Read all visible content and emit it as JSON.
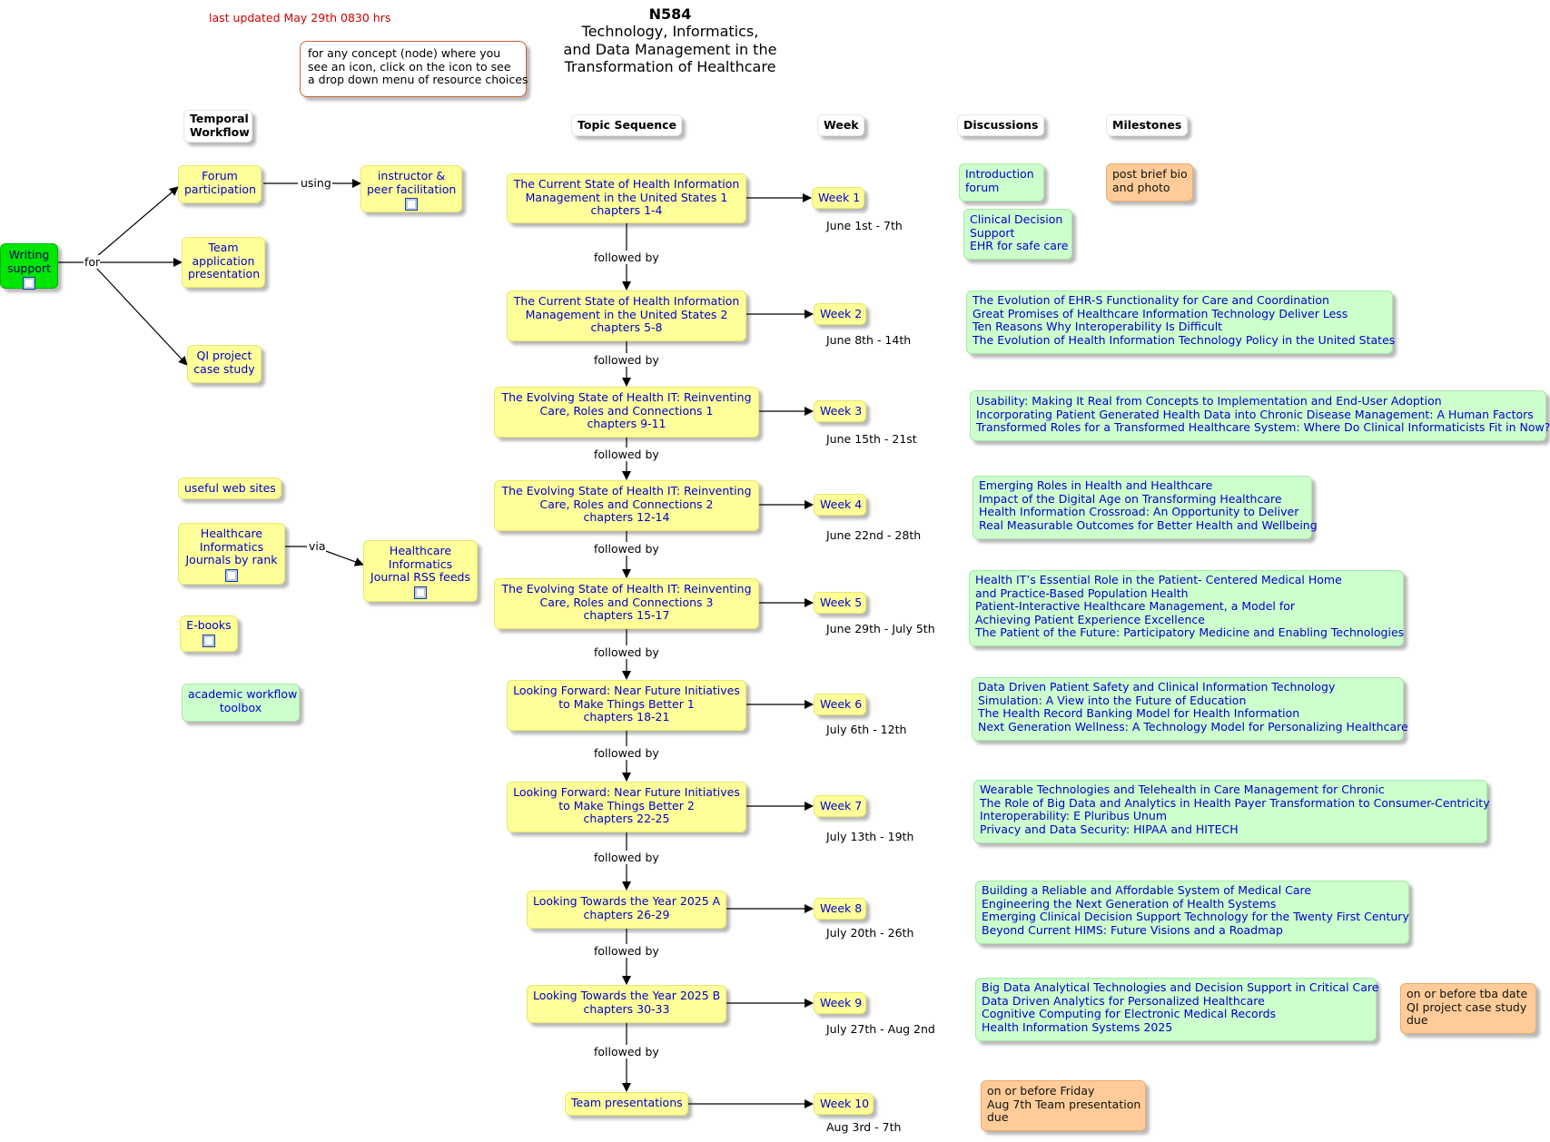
{
  "header": {
    "updated": "last updated May 29th 0830 hrs",
    "course_code": "N584",
    "title_lines": [
      "Technology, Informatics,",
      "and Data Management in the",
      "Transformation of Healthcare"
    ],
    "instructions": [
      "for any concept (node) where you",
      "see an icon, click on the icon to see",
      "a drop down menu of resource choices"
    ]
  },
  "columns": {
    "temporal": [
      "Temporal",
      "Workflow"
    ],
    "topic": "Topic Sequence",
    "week": "Week",
    "discussions": "Discussions",
    "milestones": "Milestones"
  },
  "left": {
    "writing_support": [
      "Writing",
      "support"
    ],
    "for_label": "for",
    "forum": [
      "Forum",
      "participation"
    ],
    "using_label": "using",
    "instructor": [
      "instructor &",
      "peer facilitation"
    ],
    "team_app": [
      "Team",
      "application",
      "presentation"
    ],
    "qi": [
      "QI project",
      "case study"
    ],
    "useful_sites": "useful web sites",
    "hi_journals": [
      "Healthcare",
      "Informatics",
      "Journals by rank"
    ],
    "via_label": "via",
    "rss": [
      "Healthcare",
      "Informatics",
      "Journal RSS feeds"
    ],
    "ebooks": "E-books",
    "toolbox": [
      "academic workflow",
      "toolbox"
    ]
  },
  "connector_label": "followed by",
  "topics": [
    [
      "The Current State of Health Information",
      "Management in the United States 1",
      "chapters 1-4"
    ],
    [
      "The Current State of Health Information",
      "Management in the United States  2",
      "chapters 5-8"
    ],
    [
      "The Evolving State of Health IT: Reinventing",
      "Care, Roles and Connections 1",
      "chapters 9-11"
    ],
    [
      "The Evolving State of Health IT: Reinventing",
      "Care, Roles and Connections 2",
      "chapters 12-14"
    ],
    [
      "The Evolving State of Health IT: Reinventing",
      "Care, Roles and Connections 3",
      "chapters 15-17"
    ],
    [
      "Looking Forward: Near Future Initiatives",
      "to Make Things Better 1",
      "chapters 18-21"
    ],
    [
      "Looking Forward: Near Future Initiatives",
      "to Make Things Better 2",
      "chapters 22-25"
    ],
    [
      "Looking Towards the Year 2025 A",
      "chapters 26-29"
    ],
    [
      "Looking Towards the Year 2025 B",
      "chapters 30-33"
    ],
    [
      "Team presentations"
    ]
  ],
  "weeks": [
    {
      "label": "Week 1",
      "dates": "June 1st - 7th"
    },
    {
      "label": "Week 2",
      "dates": "June 8th - 14th"
    },
    {
      "label": "Week 3",
      "dates": "June 15th - 21st"
    },
    {
      "label": "Week 4",
      "dates": "June 22nd - 28th"
    },
    {
      "label": "Week 5",
      "dates": "June 29th - July 5th"
    },
    {
      "label": "Week 6",
      "dates": "July 6th - 12th"
    },
    {
      "label": "Week 7",
      "dates": "July 13th - 19th"
    },
    {
      "label": "Week 8",
      "dates": "July 20th - 26th"
    },
    {
      "label": "Week 9",
      "dates": "July 27th - Aug 2nd"
    },
    {
      "label": "Week 10",
      "dates": "Aug 3rd - 7th"
    }
  ],
  "discussions": [
    [
      "Introduction",
      "forum"
    ],
    [
      "Clinical Decision",
      "Support",
      "EHR for safe care"
    ],
    [
      "The Evolution of EHR-S Functionality for Care and Coordination",
      "Great Promises of Healthcare Information Technology Deliver Less",
      "Ten Reasons Why Interoperability Is Difficult",
      "The Evolution of Health Information Technology Policy in the United States"
    ],
    [
      "Usability: Making It Real from Concepts to Implementation and End-User Adoption",
      "Incorporating Patient Generated Health Data into Chronic Disease Management: A Human Factors",
      "Transformed Roles for a Transformed Healthcare System: Where Do Clinical Informaticists Fit in Now?"
    ],
    [
      "Emerging Roles in Health and Healthcare",
      "Impact of the Digital Age on Transforming Healthcare",
      "Health Information Crossroad: An Opportunity to Deliver",
      "Real Measurable Outcomes for Better Health and Wellbeing"
    ],
    [
      "Health IT’s Essential Role in the Patient- Centered Medical Home",
      "and Practice-Based Population Health",
      "Patient-Interactive Healthcare Management, a Model for",
      "Achieving Patient Experience Excellence",
      "The Patient of the Future: Participatory Medicine and Enabling Technologies"
    ],
    [
      "Data Driven Patient Safety and Clinical Information Technology",
      "Simulation: A View into the Future of Education",
      "The Health Record Banking Model for Health Information",
      "Next Generation Wellness: A Technology Model for Personalizing Healthcare"
    ],
    [
      "Wearable Technologies and Telehealth in Care Management for Chronic",
      "The Role of Big Data and Analytics in Health Payer Transformation to Consumer-Centricity",
      "Interoperability: E Pluribus Unum",
      "Privacy and Data Security: HIPAA and HITECH"
    ],
    [
      "Building a Reliable and Affordable System of Medical Care",
      "Engineering the Next Generation of Health Systems",
      "Emerging Clinical Decision Support Technology for the Twenty First Century",
      "Beyond Current HIMS: Future Visions and a Roadmap"
    ],
    [
      "Big Data Analytical Technologies and Decision Support in Critical Care",
      "Data Driven Analytics for Personalized Healthcare",
      "Cognitive Computing for Electronic Medical Records",
      "Health Information Systems 2025"
    ]
  ],
  "milestones": [
    [
      "post brief bio",
      "and photo"
    ],
    [
      "on or before tba date",
      "QI project case study",
      "due"
    ],
    [
      "on or before Friday",
      "Aug 7th Team presentation",
      "due"
    ]
  ],
  "colors": {
    "topic_fill": "#ffff99",
    "topic_text": "#0000cc",
    "discussion_fill": "#ccffcc",
    "milestone_fill": "#ffcc99",
    "writing_support_fill": "#00e600",
    "updated_text": "#cc0000"
  },
  "icons": [
    "resource-menu-icon"
  ]
}
